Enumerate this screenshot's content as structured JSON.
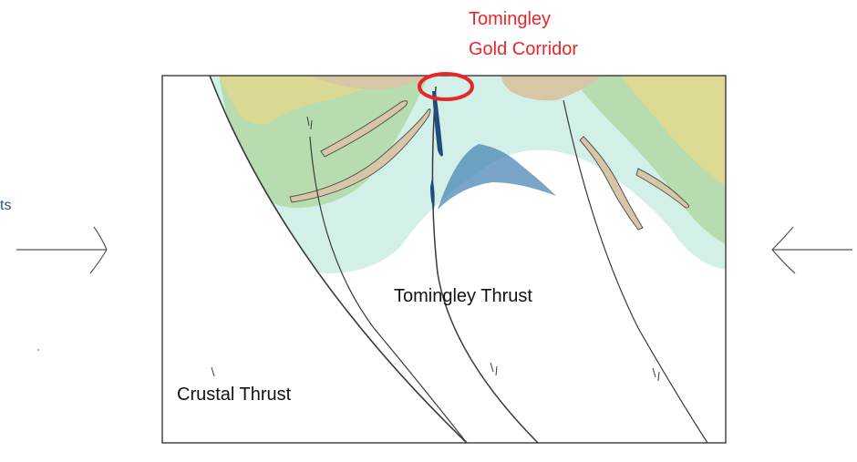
{
  "labels": {
    "corridor_line1": "Tomingley",
    "corridor_line2": "Gold Corridor",
    "tomingley_thrust": "Tomingley Thrust",
    "crustal_thrust": "Crustal Thrust",
    "left_partial": "ts"
  },
  "colors": {
    "corridor_text": "#e8262a",
    "highlight_ring": "#e8262a",
    "left_partial_text": "#2a4f8a",
    "yellow_unit": "#ddd890",
    "green_unit": "#b3d8a6",
    "cyan_unit": "#cdeee6",
    "blue_unit": "#3f7fb0",
    "tan_unit": "#d8c7a6",
    "line": "#3a3a3a"
  },
  "icons": {
    "left_arrow": "right-pointing-arrow-icon",
    "right_arrow": "left-pointing-arrow-icon",
    "fault_motion": "fault-sense-arrow-icon"
  }
}
